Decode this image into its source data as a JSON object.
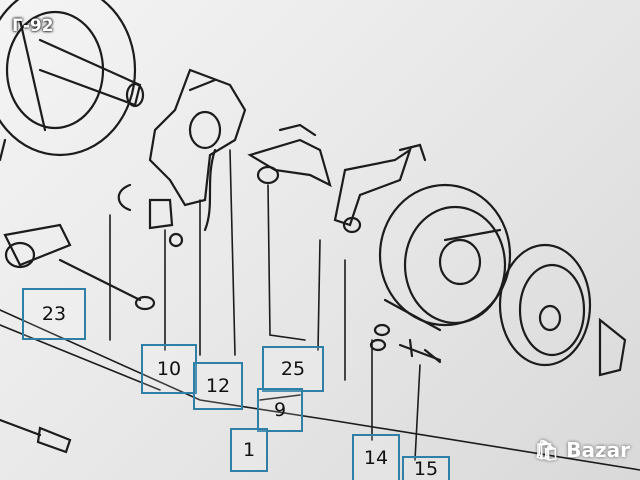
{
  "badge": {
    "text": "Г-92"
  },
  "watermark": {
    "text": "Bazar",
    "icon": "bazar-bag-icon"
  },
  "part_labels": [
    {
      "id": "23",
      "text": "23"
    },
    {
      "id": "10",
      "text": "10"
    },
    {
      "id": "12",
      "text": "12"
    },
    {
      "id": "25",
      "text": "25"
    },
    {
      "id": "9",
      "text": "9"
    },
    {
      "id": "1",
      "text": "1"
    },
    {
      "id": "14",
      "text": "14"
    },
    {
      "id": "15",
      "text": "15"
    }
  ],
  "colors": {
    "label_border": "#2f7fa6",
    "line": "#1c1c1c",
    "paper": "#eeeeee"
  }
}
